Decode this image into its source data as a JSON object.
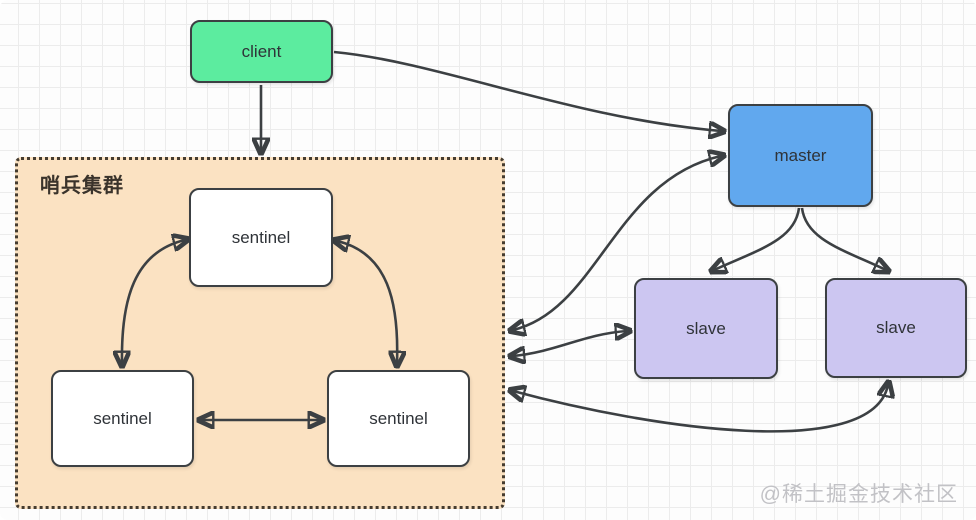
{
  "diagram": {
    "cluster": {
      "label": "哨兵集群",
      "fill": "#fbe2c2",
      "border_color": "#453c30"
    },
    "nodes": {
      "client": {
        "label": "client",
        "fill": "#5cec9f"
      },
      "master": {
        "label": "master",
        "fill": "#61a8ee"
      },
      "slave_left": {
        "label": "slave",
        "fill": "#ccc6f1"
      },
      "slave_right": {
        "label": "slave",
        "fill": "#ccc6f1"
      },
      "sentinel_top": {
        "label": "sentinel",
        "fill": "#ffffff"
      },
      "sentinel_left": {
        "label": "sentinel",
        "fill": "#ffffff"
      },
      "sentinel_right": {
        "label": "sentinel",
        "fill": "#ffffff"
      }
    },
    "edges": [
      {
        "from": "client",
        "to": "sentinel-cluster",
        "direction": "one-way"
      },
      {
        "from": "client",
        "to": "master",
        "direction": "one-way"
      },
      {
        "from": "sentinel-cluster",
        "to": "master",
        "direction": "two-way"
      },
      {
        "from": "sentinel-cluster",
        "to": "slave_left",
        "direction": "two-way"
      },
      {
        "from": "sentinel-cluster",
        "to": "slave_right",
        "direction": "two-way"
      },
      {
        "from": "master",
        "to": "slave_left",
        "direction": "one-way"
      },
      {
        "from": "master",
        "to": "slave_right",
        "direction": "one-way"
      },
      {
        "from": "sentinel_top",
        "to": "sentinel_left",
        "direction": "two-way"
      },
      {
        "from": "sentinel_top",
        "to": "sentinel_right",
        "direction": "two-way"
      },
      {
        "from": "sentinel_left",
        "to": "sentinel_right",
        "direction": "two-way"
      }
    ],
    "colors": {
      "stroke": "#3c4043",
      "grid": "#ececec",
      "background": "#fdfdfd",
      "watermark": "#c2c2c6"
    }
  },
  "watermark": {
    "text": "@稀土掘金技术社区"
  }
}
